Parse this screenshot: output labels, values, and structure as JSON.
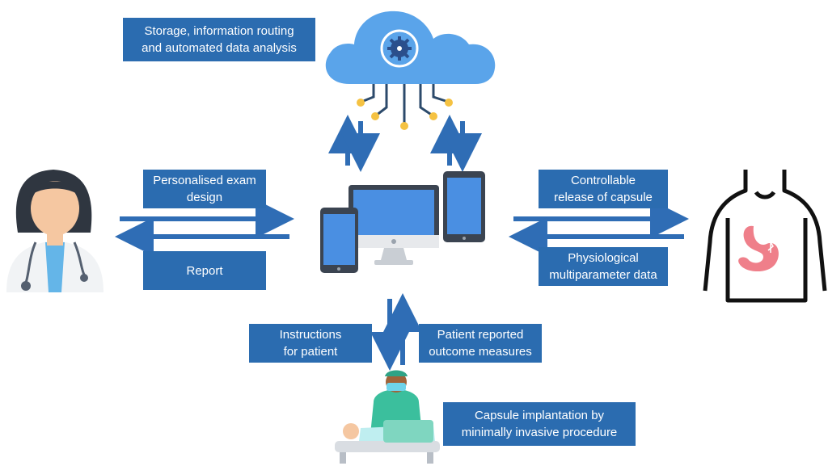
{
  "colors": {
    "label_bg": "#2b6cb0",
    "label_text": "#ffffff",
    "arrow": "#2f6db5",
    "cloud": "#5aa4ea",
    "device_screen": "#4a8fe2"
  },
  "labels": {
    "storage": {
      "line1": "Storage, information routing",
      "line2": "and automated data analysis"
    },
    "exam_design": {
      "line1": "Personalised exam",
      "line2": "design"
    },
    "report": {
      "line1": "Report"
    },
    "release": {
      "line1": "Controllable",
      "line2": "release of capsule"
    },
    "physio": {
      "line1": "Physiological",
      "line2": "multiparameter data"
    },
    "instructions": {
      "line1": "Instructions",
      "line2": "for patient"
    },
    "outcomes": {
      "line1": "Patient reported",
      "line2": "outcome measures"
    },
    "implantation": {
      "line1": "Capsule implantation by",
      "line2": "minimally invasive procedure"
    }
  },
  "icons": {
    "cloud": "cloud-gear-icon",
    "doctor": "doctor-icon",
    "devices": "devices-icon",
    "patient": "patient-torso-stomach-icon",
    "surgeon": "surgeon-procedure-icon"
  }
}
